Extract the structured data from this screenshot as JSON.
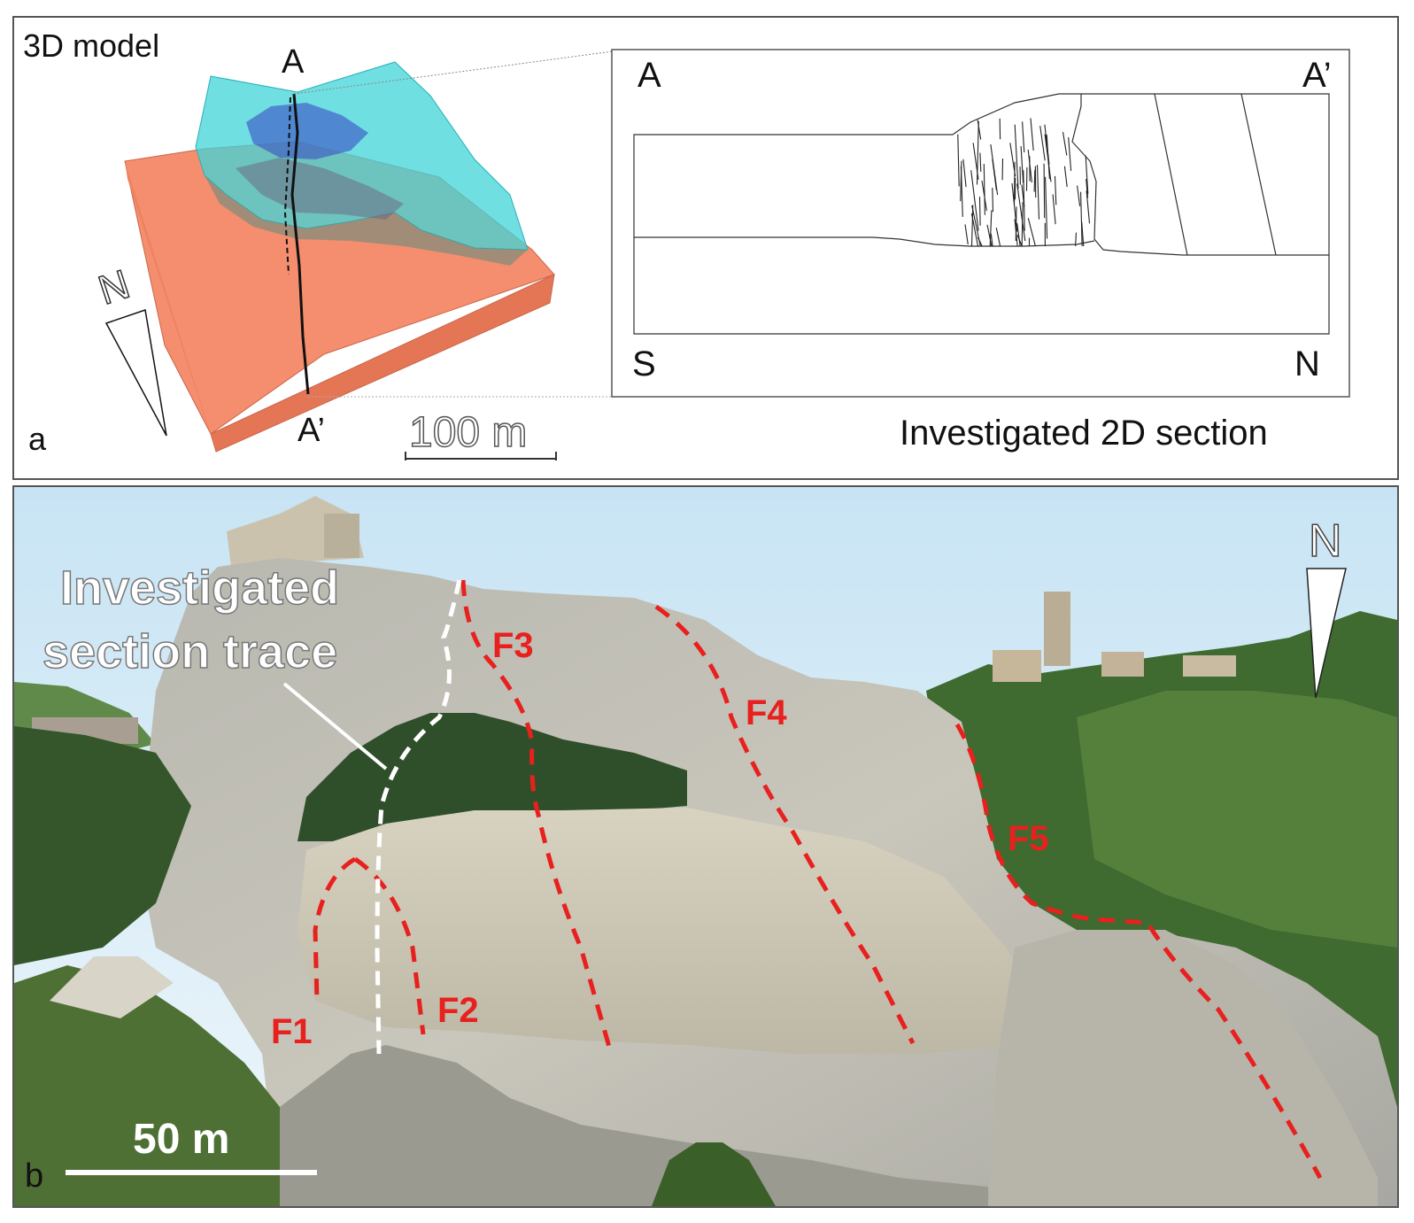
{
  "panel_a": {
    "model_title": "3D model",
    "label_a_top": "A",
    "label_a_bottom": "A’",
    "north_label": "N",
    "scale_label": "100 m",
    "panel_letter": "a",
    "section": {
      "label_a": "A",
      "label_a_prime": "A’",
      "label_s": "S",
      "label_n": "N",
      "caption": "Investigated 2D section"
    },
    "colors": {
      "base_block": "#f58e6e",
      "upper_layer": "#3fd4d8",
      "inner_body": "#3b4fc4"
    }
  },
  "panel_b": {
    "trace_label_line1": "Investigated",
    "trace_label_line2": "section trace",
    "north_label": "N",
    "scale_label": "50 m",
    "panel_letter": "b",
    "faults": [
      "F1",
      "F2",
      "F3",
      "F4",
      "F5"
    ],
    "colors": {
      "fault_lines": "#e8201e",
      "section_trace": "#ffffff"
    }
  }
}
